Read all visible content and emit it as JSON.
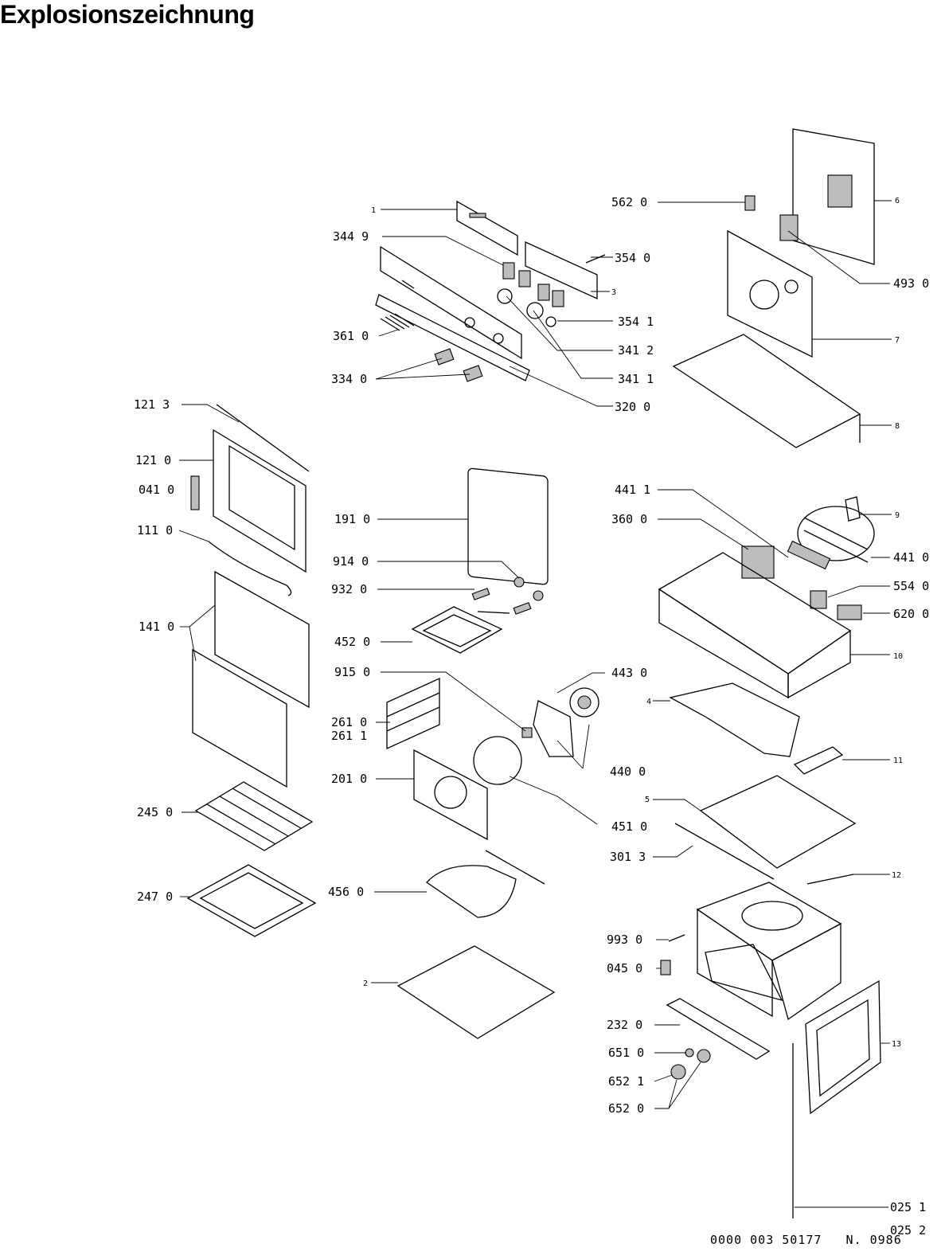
{
  "title": "Explosionszeichnung",
  "document_code": "0000 003 50177",
  "document_ref": "N. 0986",
  "labels": [
    {
      "id": "1",
      "text": "1"
    },
    {
      "id": "344_9",
      "text": "344 9"
    },
    {
      "id": "361_0",
      "text": "361 0"
    },
    {
      "id": "334_0",
      "text": "334 0"
    },
    {
      "id": "354_0",
      "text": "354 0"
    },
    {
      "id": "3",
      "text": "3"
    },
    {
      "id": "354_1",
      "text": "354 1"
    },
    {
      "id": "341_2",
      "text": "341 2"
    },
    {
      "id": "341_1",
      "text": "341 1"
    },
    {
      "id": "320_0",
      "text": "320 0"
    },
    {
      "id": "562_0",
      "text": "562 0"
    },
    {
      "id": "6",
      "text": "6"
    },
    {
      "id": "493_0",
      "text": "493 0"
    },
    {
      "id": "7",
      "text": "7"
    },
    {
      "id": "8",
      "text": "8"
    },
    {
      "id": "121_3",
      "text": "121 3"
    },
    {
      "id": "121_0",
      "text": "121 0"
    },
    {
      "id": "041_0",
      "text": "041 0"
    },
    {
      "id": "111_0",
      "text": "111 0"
    },
    {
      "id": "141_0",
      "text": "141 0"
    },
    {
      "id": "245_0",
      "text": "245 0"
    },
    {
      "id": "247_0",
      "text": "247 0"
    },
    {
      "id": "191_0",
      "text": "191 0"
    },
    {
      "id": "914_0",
      "text": "914 0"
    },
    {
      "id": "932_0",
      "text": "932 0"
    },
    {
      "id": "452_0",
      "text": "452 0"
    },
    {
      "id": "915_0",
      "text": "915 0"
    },
    {
      "id": "261_0",
      "text": "261 0"
    },
    {
      "id": "261_1",
      "text": "261 1"
    },
    {
      "id": "201_0",
      "text": "201 0"
    },
    {
      "id": "456_0",
      "text": "456 0"
    },
    {
      "id": "2",
      "text": "2"
    },
    {
      "id": "443_0",
      "text": "443 0"
    },
    {
      "id": "440_0",
      "text": "440 0"
    },
    {
      "id": "451_0",
      "text": "451 0"
    },
    {
      "id": "441_1",
      "text": "441 1"
    },
    {
      "id": "360_0",
      "text": "360 0"
    },
    {
      "id": "9",
      "text": "9"
    },
    {
      "id": "441_0",
      "text": "441 0"
    },
    {
      "id": "554_0",
      "text": "554 0"
    },
    {
      "id": "620_0",
      "text": "620 0"
    },
    {
      "id": "10",
      "text": "10"
    },
    {
      "id": "4",
      "text": "4"
    },
    {
      "id": "11",
      "text": "11"
    },
    {
      "id": "5",
      "text": "5"
    },
    {
      "id": "301_3",
      "text": "301 3"
    },
    {
      "id": "12",
      "text": "12"
    },
    {
      "id": "993_0",
      "text": "993 0"
    },
    {
      "id": "045_0",
      "text": "045 0"
    },
    {
      "id": "232_0",
      "text": "232 0"
    },
    {
      "id": "13",
      "text": "13"
    },
    {
      "id": "651_0",
      "text": "651 0"
    },
    {
      "id": "652_1",
      "text": "652 1"
    },
    {
      "id": "652_0",
      "text": "652 0"
    },
    {
      "id": "025_1",
      "text": "025 1"
    },
    {
      "id": "025_2",
      "text": "025 2"
    }
  ]
}
